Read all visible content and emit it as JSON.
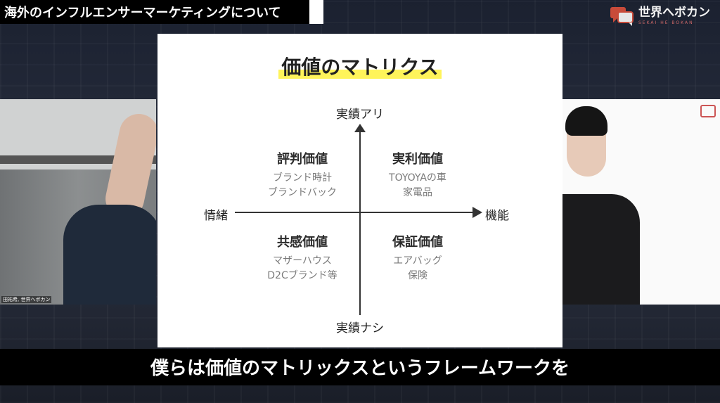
{
  "video": {
    "title": "海外のインフルエンサーマーケティングについて",
    "brand_name": "世界へボカン",
    "brand_sub": "SEKAI HE BOKAN",
    "participant_label": "田祐希, 世界へボカン",
    "caption": "僕らは価値のマトリックスというフレームワークを"
  },
  "slide": {
    "title": "価値のマトリクス",
    "axis_top": "実績アリ",
    "axis_bottom": "実績ナシ",
    "axis_left": "情緒",
    "axis_right": "機能",
    "quadrants": {
      "top_left": {
        "title": "評判価値",
        "items": [
          "ブランド時計",
          "ブランドバック"
        ]
      },
      "top_right": {
        "title": "実利価値",
        "items": [
          "TOYOYAの車",
          "家電品"
        ]
      },
      "bottom_left": {
        "title": "共感価値",
        "items": [
          "マザーハウス",
          "D2Cブランド等"
        ]
      },
      "bottom_right": {
        "title": "保証価値",
        "items": [
          "エアバッグ",
          "保険"
        ]
      }
    }
  },
  "colors": {
    "highlight": "#fff45a",
    "brand_red": "#c84b3a"
  }
}
